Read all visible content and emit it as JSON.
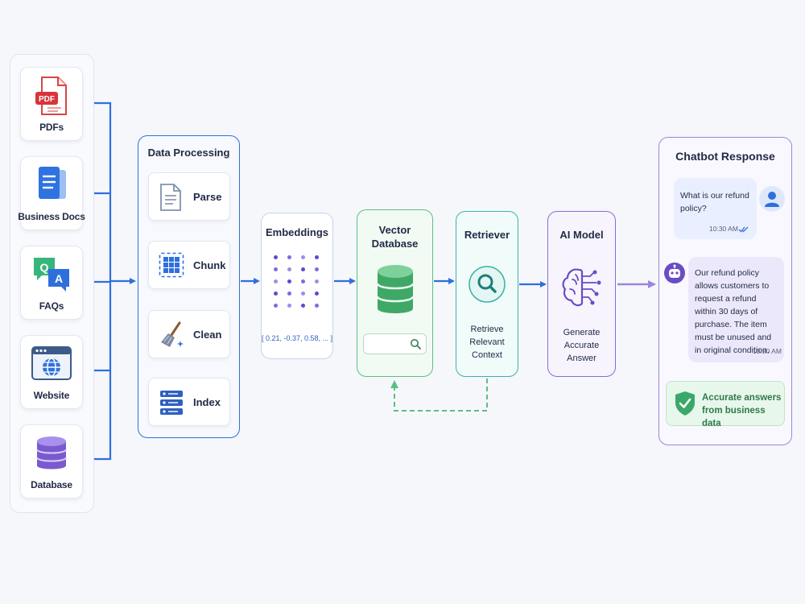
{
  "sources": [
    {
      "label": "PDFs",
      "icon": "pdf-file-icon",
      "badge": "PDF"
    },
    {
      "label": "Business Docs",
      "icon": "document-icon"
    },
    {
      "label": "FAQs",
      "icon": "qa-chat-icon",
      "q": "Q",
      "a": "A"
    },
    {
      "label": "Website",
      "icon": "browser-globe-icon"
    },
    {
      "label": "Database",
      "icon": "database-stack-icon"
    }
  ],
  "processing": {
    "title": "Data Processing",
    "steps": [
      {
        "label": "Parse",
        "icon": "parse-document-icon"
      },
      {
        "label": "Chunk",
        "icon": "chunk-grid-icon"
      },
      {
        "label": "Clean",
        "icon": "broom-icon"
      },
      {
        "label": "Index",
        "icon": "index-list-icon"
      }
    ]
  },
  "embeddings": {
    "title": "Embeddings",
    "vector": "[ 0.21, -0.37, 0.58, ... ]"
  },
  "vector_db": {
    "title_line1": "Vector",
    "title_line2": "Database"
  },
  "retriever": {
    "title": "Retriever",
    "sub": [
      "Retrieve",
      "Relevant",
      "Context"
    ]
  },
  "ai_model": {
    "title": "AI Model",
    "sub": [
      "Generate",
      "Accurate",
      "Answer"
    ]
  },
  "chatbot": {
    "title": "Chatbot Response",
    "user_message": "What is our refund policy?",
    "user_time": "10:30 AM",
    "bot_message": "Our refund policy allows customers to request a refund within 30 days of purchase. The item must be unused and in original condition.",
    "bot_time": "10:30 AM",
    "badge": "Accurate answers from business data"
  },
  "colors": {
    "flow_blue": "#2f6fdc",
    "db_green": "#5cbf83",
    "retriever_teal": "#3bb3a8",
    "ai_purple": "#8a6ad6"
  }
}
